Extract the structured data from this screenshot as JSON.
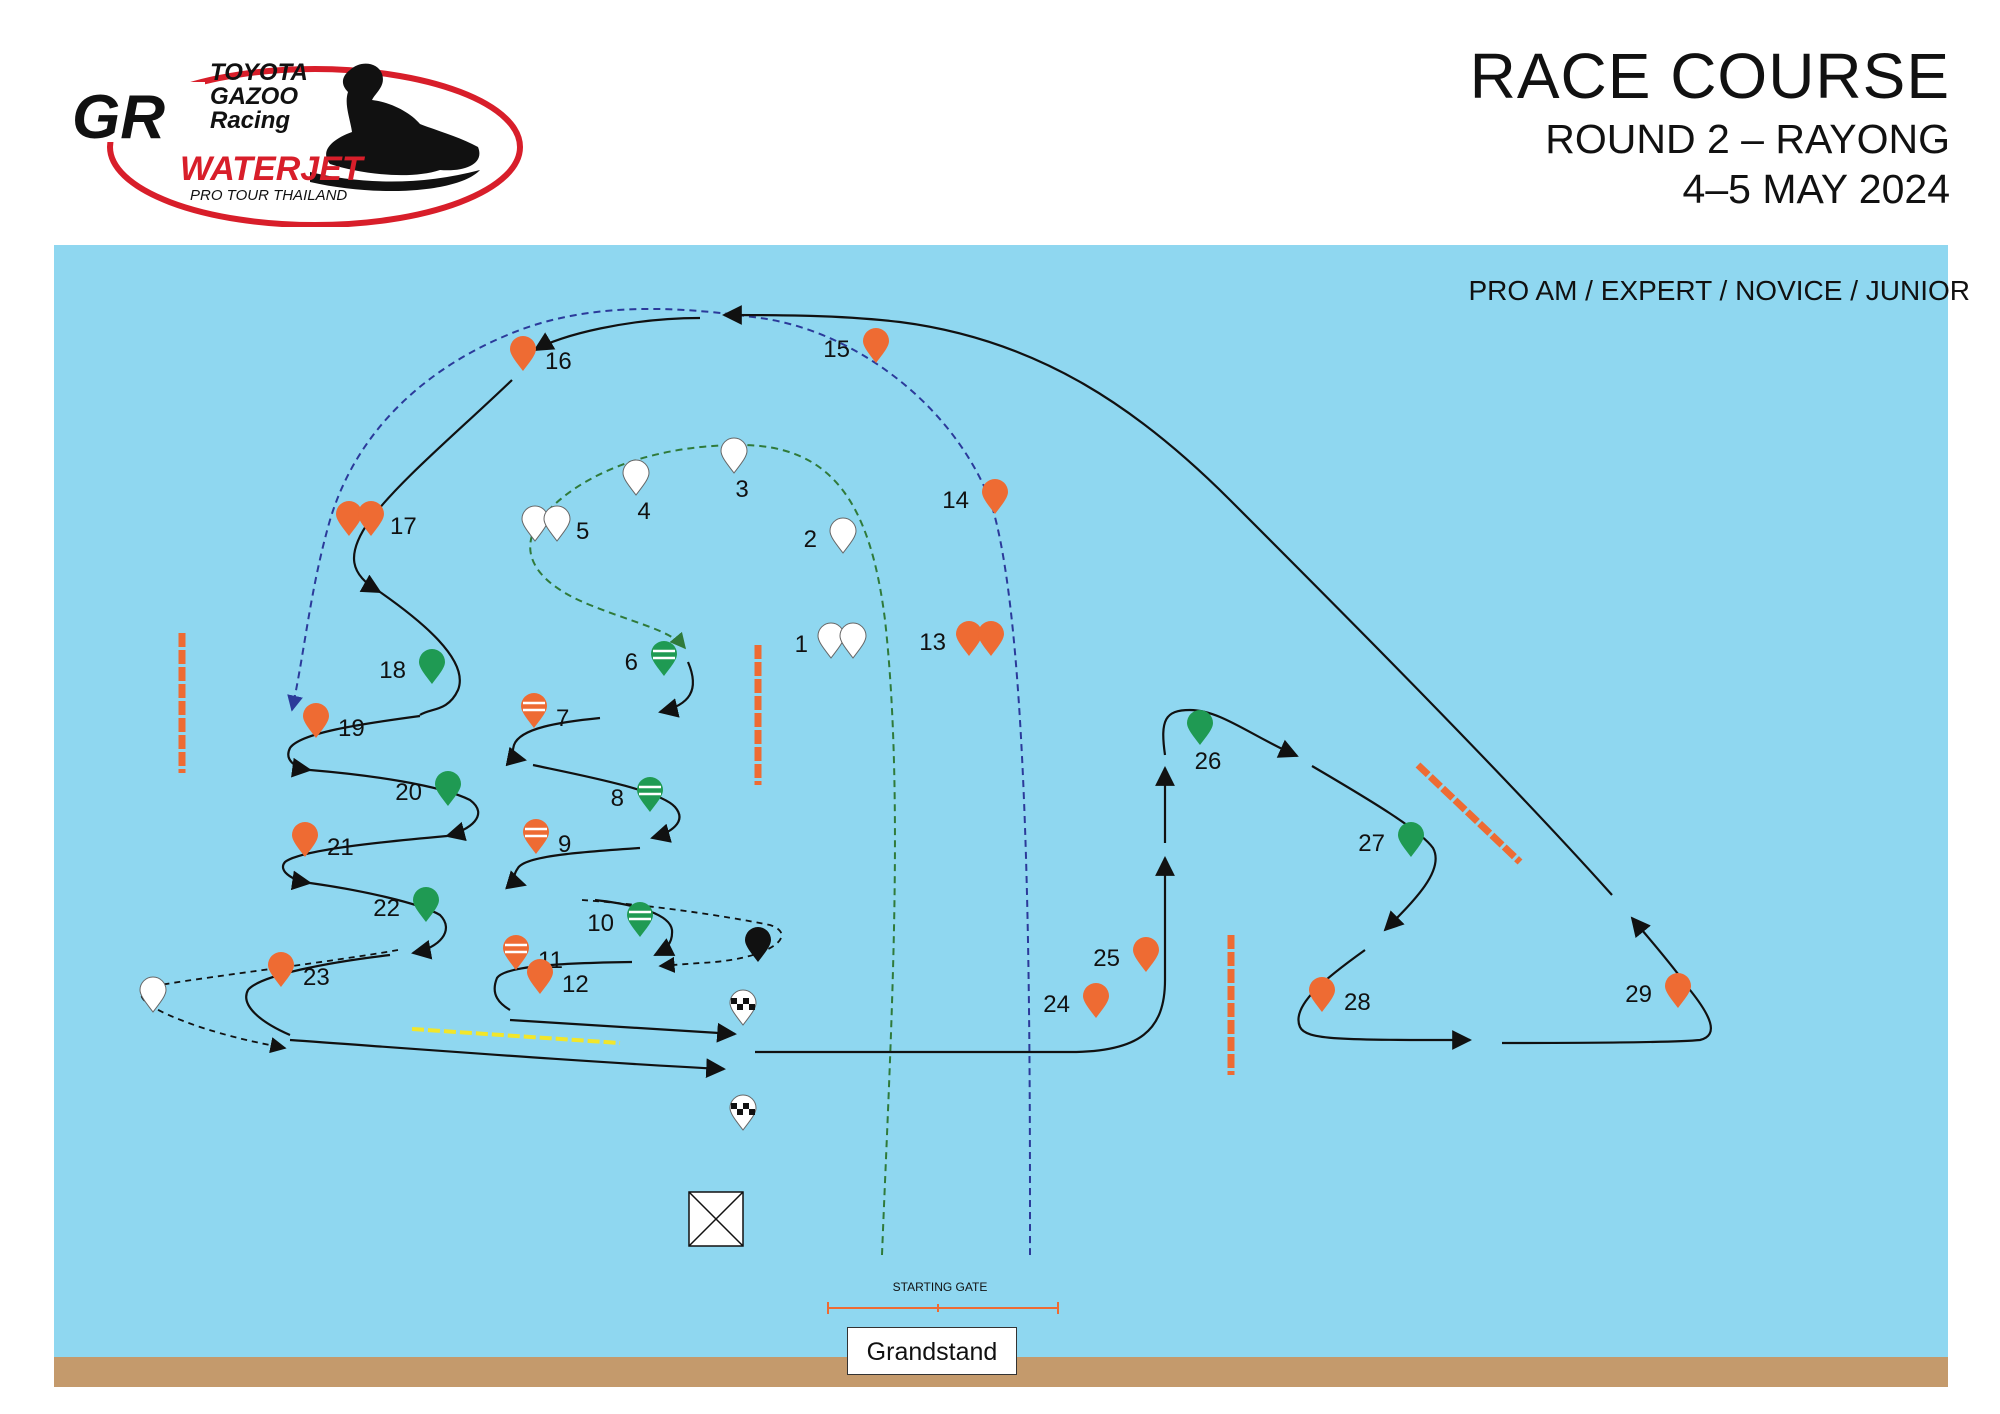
{
  "header": {
    "title": "RACE COURSE",
    "round": "ROUND 2 – RAYONG",
    "date": "4–5 MAY 2024"
  },
  "classes": "PRO AM / EXPERT / NOVICE / JUNIOR",
  "logo": {
    "line1": "TOYOTA",
    "line2": "GAZOO",
    "line3": "Racing",
    "mark": "GR",
    "brand": "WATERJET",
    "tagline": "PRO TOUR THAILAND"
  },
  "starting_gate_label": "STARTING GATE",
  "grandstand_label": "Grandstand",
  "colors": {
    "water": "#8fd7f0",
    "shore": "#c49a6c",
    "buoy_orange": "#ee6b33",
    "buoy_green": "#1f9a53",
    "buoy_white": "#ffffff",
    "route_black": "#111111",
    "route_blue_dashed": "#2b3a9a",
    "route_green_dashed": "#2f7a3a",
    "barrier": "#ee6b33",
    "marker_yellow": "#f2e62a",
    "brand_red": "#d81e2a"
  },
  "buoys": [
    {
      "num": "1",
      "type": "white",
      "double": true
    },
    {
      "num": "2",
      "type": "white"
    },
    {
      "num": "3",
      "type": "white"
    },
    {
      "num": "4",
      "type": "white"
    },
    {
      "num": "5",
      "type": "white",
      "double": true
    },
    {
      "num": "6",
      "type": "green-striped"
    },
    {
      "num": "7",
      "type": "orange-striped"
    },
    {
      "num": "8",
      "type": "green-striped"
    },
    {
      "num": "9",
      "type": "orange-striped"
    },
    {
      "num": "10",
      "type": "green-striped"
    },
    {
      "num": "11",
      "type": "orange-striped"
    },
    {
      "num": "12",
      "type": "orange"
    },
    {
      "num": "13",
      "type": "orange",
      "double": true
    },
    {
      "num": "14",
      "type": "orange"
    },
    {
      "num": "15",
      "type": "orange"
    },
    {
      "num": "16",
      "type": "orange"
    },
    {
      "num": "17",
      "type": "orange",
      "double": true
    },
    {
      "num": "18",
      "type": "green"
    },
    {
      "num": "19",
      "type": "orange"
    },
    {
      "num": "20",
      "type": "green"
    },
    {
      "num": "21",
      "type": "orange"
    },
    {
      "num": "22",
      "type": "green"
    },
    {
      "num": "23",
      "type": "orange"
    },
    {
      "num": "24",
      "type": "orange"
    },
    {
      "num": "25",
      "type": "orange"
    },
    {
      "num": "26",
      "type": "green"
    },
    {
      "num": "27",
      "type": "green"
    },
    {
      "num": "28",
      "type": "orange"
    },
    {
      "num": "29",
      "type": "orange"
    }
  ]
}
